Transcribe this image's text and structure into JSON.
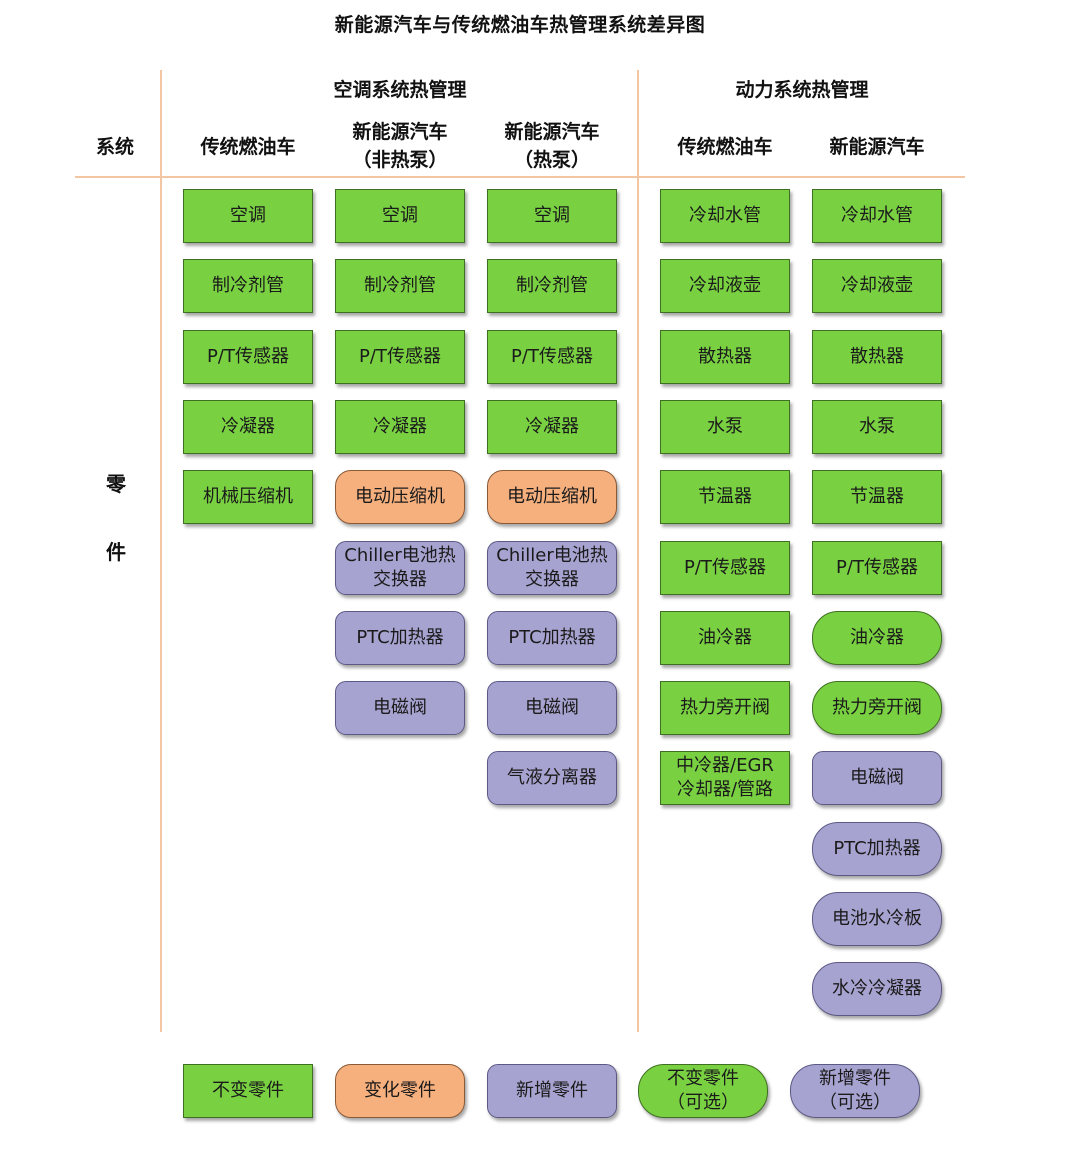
{
  "title": "新能源汽车与传统燃油车热管理系统差异图",
  "headers": {
    "system": "系统",
    "ac": "空调系统热管理",
    "power": "动力系统热管理",
    "ac_traditional": "传统燃油车",
    "ac_nev_nonhp_1": "新能源汽车",
    "ac_nev_nonhp_2": "（非热泵）",
    "ac_nev_hp_1": "新能源汽车",
    "ac_nev_hp_2": "（热泵）",
    "power_traditional": "传统燃油车",
    "power_nev": "新能源汽车"
  },
  "row_label": {
    "top": "零",
    "bottom": "件"
  },
  "columns": [
    {
      "items": [
        {
          "label": "空调",
          "type": "unchanged"
        },
        {
          "label": "制冷剂管",
          "type": "unchanged"
        },
        {
          "label": "P/T传感器",
          "type": "unchanged"
        },
        {
          "label": "冷凝器",
          "type": "unchanged"
        },
        {
          "label": "机械压缩机",
          "type": "unchanged"
        }
      ]
    },
    {
      "items": [
        {
          "label": "空调",
          "type": "unchanged"
        },
        {
          "label": "制冷剂管",
          "type": "unchanged"
        },
        {
          "label": "P/T传感器",
          "type": "unchanged"
        },
        {
          "label": "冷凝器",
          "type": "unchanged"
        },
        {
          "label": "电动压缩机",
          "type": "changed"
        },
        {
          "label": "Chiller电池热交换器",
          "type": "new"
        },
        {
          "label": "PTC加热器",
          "type": "new"
        },
        {
          "label": "电磁阀",
          "type": "new"
        }
      ]
    },
    {
      "items": [
        {
          "label": "空调",
          "type": "unchanged"
        },
        {
          "label": "制冷剂管",
          "type": "unchanged"
        },
        {
          "label": "P/T传感器",
          "type": "unchanged"
        },
        {
          "label": "冷凝器",
          "type": "unchanged"
        },
        {
          "label": "电动压缩机",
          "type": "changed"
        },
        {
          "label": "Chiller电池热交换器",
          "type": "new"
        },
        {
          "label": "PTC加热器",
          "type": "new"
        },
        {
          "label": "电磁阀",
          "type": "new"
        },
        {
          "label": "气液分离器",
          "type": "new"
        }
      ]
    },
    {
      "items": [
        {
          "label": "冷却水管",
          "type": "unchanged"
        },
        {
          "label": "冷却液壶",
          "type": "unchanged"
        },
        {
          "label": "散热器",
          "type": "unchanged"
        },
        {
          "label": "水泵",
          "type": "unchanged"
        },
        {
          "label": "节温器",
          "type": "unchanged"
        },
        {
          "label": "P/T传感器",
          "type": "unchanged"
        },
        {
          "label": "油冷器",
          "type": "unchanged"
        },
        {
          "label": "热力旁开阀",
          "type": "unchanged"
        },
        {
          "label": "中冷器/EGR冷却器/管路",
          "type": "unchanged"
        }
      ]
    },
    {
      "items": [
        {
          "label": "冷却水管",
          "type": "unchanged"
        },
        {
          "label": "冷却液壶",
          "type": "unchanged"
        },
        {
          "label": "散热器",
          "type": "unchanged"
        },
        {
          "label": "水泵",
          "type": "unchanged"
        },
        {
          "label": "节温器",
          "type": "unchanged"
        },
        {
          "label": "P/T传感器",
          "type": "unchanged"
        },
        {
          "label": "油冷器",
          "type": "unchanged_optional"
        },
        {
          "label": "热力旁开阀",
          "type": "unchanged_optional"
        },
        {
          "label": "电磁阀",
          "type": "new"
        },
        {
          "label": "PTC加热器",
          "type": "new_optional"
        },
        {
          "label": "电池水冷板",
          "type": "new_optional"
        },
        {
          "label": "水冷冷凝器",
          "type": "new_optional"
        }
      ]
    }
  ],
  "legend": [
    {
      "label": "不变零件",
      "type": "unchanged"
    },
    {
      "label": "变化零件",
      "type": "changed"
    },
    {
      "label": "新增零件",
      "type": "new"
    },
    {
      "label": "不变零件（可选）",
      "type": "unchanged_optional"
    },
    {
      "label": "新增零件（可选）",
      "type": "new_optional"
    }
  ]
}
